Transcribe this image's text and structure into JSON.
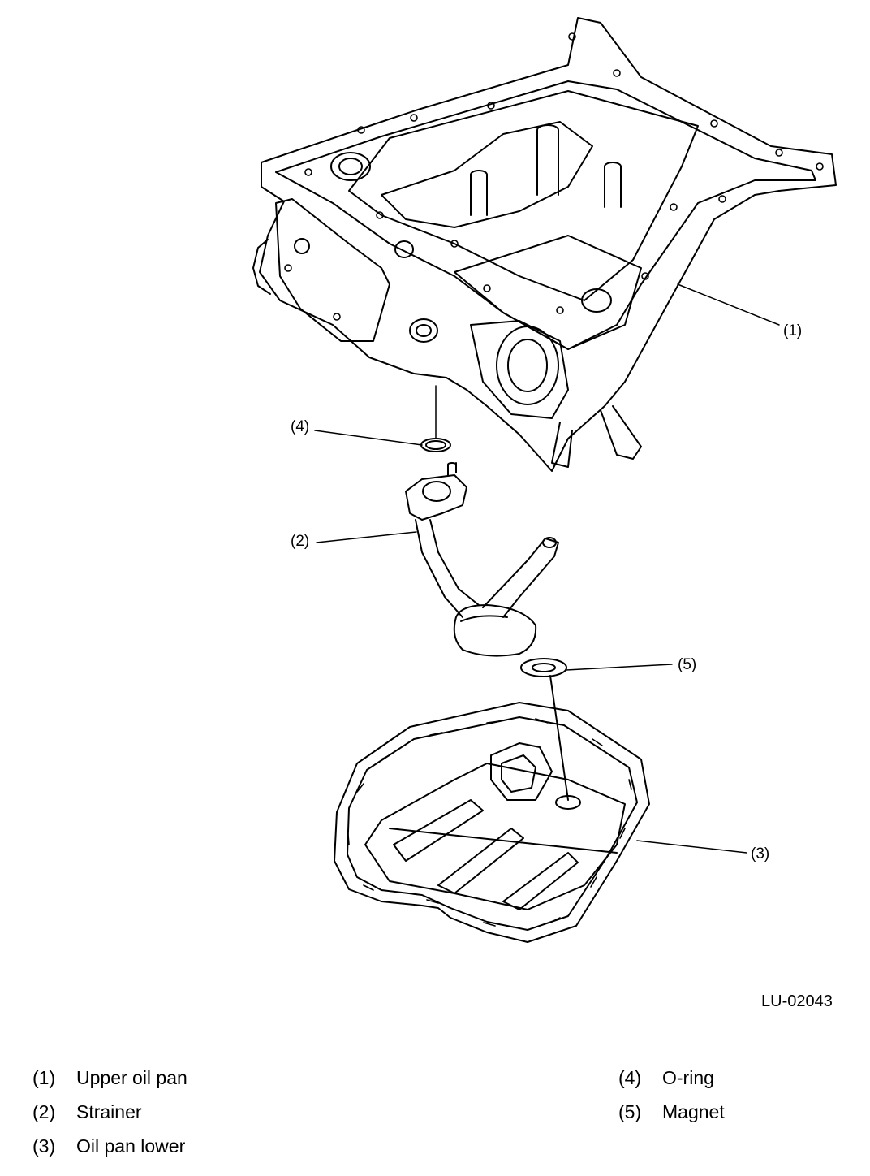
{
  "figure_code": "LU-02043",
  "callouts": {
    "c1": "(1)",
    "c2": "(2)",
    "c3": "(3)",
    "c4": "(4)",
    "c5": "(5)"
  },
  "legend": [
    {
      "num": "(1)",
      "label": "Upper oil pan"
    },
    {
      "num": "(2)",
      "label": "Strainer"
    },
    {
      "num": "(3)",
      "label": "Oil pan lower"
    },
    {
      "num": "(4)",
      "label": "O-ring"
    },
    {
      "num": "(5)",
      "label": "Magnet"
    }
  ]
}
